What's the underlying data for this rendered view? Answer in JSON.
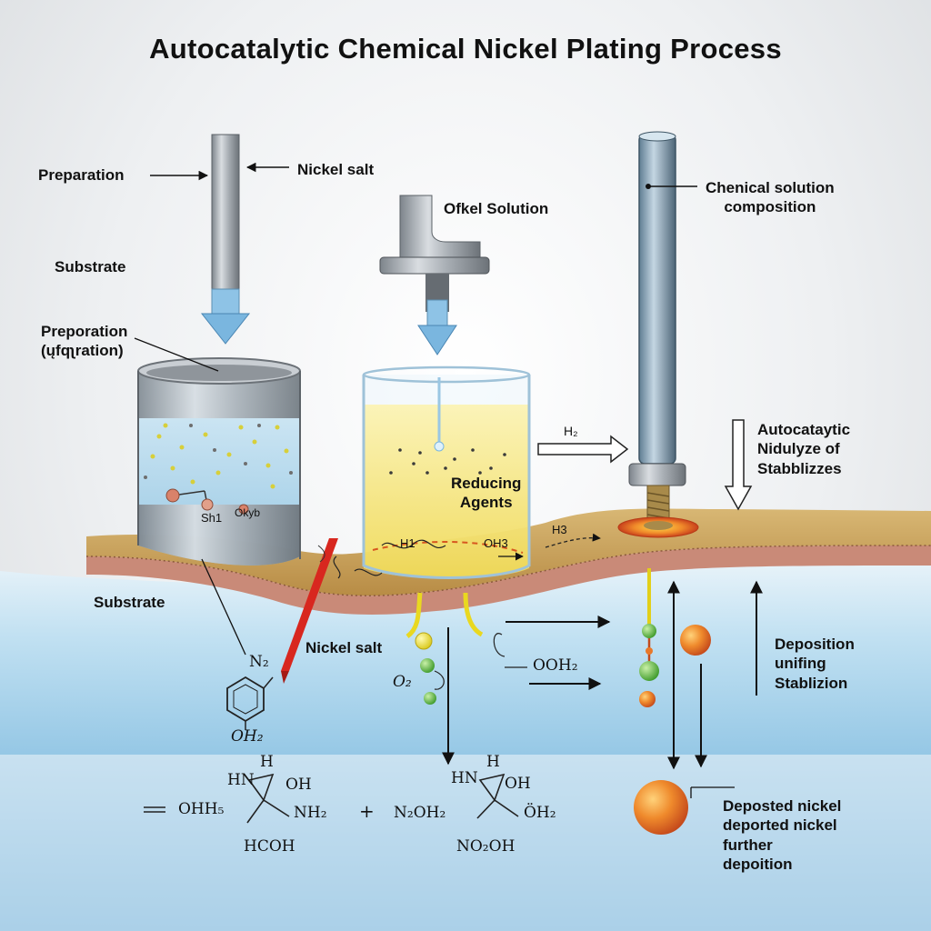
{
  "title": "Autocatalytic Chemical Nickel Plating Process",
  "labels": {
    "preparation": "Preparation",
    "nickel_salt_top": "Nickel salt",
    "ofkel_solution": "Ofkel Solution",
    "chemical_solution_composition": "Chenical solution\ncomposition",
    "substrate_top": "Substrate",
    "preporation": "Preporation\n(ųfqʅration)",
    "reducing_agents": "Reducing\nAgents",
    "h2_arrow": "H₂",
    "autocatalytic": "Autocataytic\nNidulyze of\nStabblizzes",
    "substrate_bottom": "Substrate",
    "nickel_salt_bottom": "Nickel salt",
    "deposition": "Deposition\nunifing\nStablizion",
    "deposited": "Deposted nickel\ndeported nickel\nfurther\ndepoition"
  },
  "beaker_labels": {
    "sh1": "Sh1",
    "okyh": "Okyb",
    "h1": "H1",
    "oh3": "OH3",
    "h3": "H3"
  },
  "chemistry": {
    "n2": "N₂",
    "oh2_ring": "OH₂",
    "o2": "O₂",
    "ooh2": "OOH₂",
    "h_left": "H",
    "hn_left": "HN",
    "oh_left": "OH",
    "ohh5": "OHH₅",
    "nh2": "NH₂",
    "plus": "+",
    "hcoh": "HCOH",
    "h_right": "H",
    "hn_right": "HN",
    "oh_right": "OH",
    "n2oh2": "N₂OH₂",
    "ooh2_right": "ÖH₂",
    "no2oh": "NO₂OH"
  },
  "colors": {
    "substrate_top": "#c9a25c",
    "substrate_edge": "#c98a78",
    "water": "#a9d3ec",
    "yellow_solution": "#f3e57a",
    "steel": "#9aa0a6",
    "accent_red": "#d8271f",
    "nickel_ball": "#e8782a",
    "green_ball": "#5bb33c"
  },
  "icons": [
    "steel-rod-icon",
    "metal-beaker-icon",
    "glass-beaker-icon",
    "dispenser-nozzle-icon",
    "plating-electrode-icon",
    "benzene-ring-icon",
    "nickel-particle-icon"
  ]
}
